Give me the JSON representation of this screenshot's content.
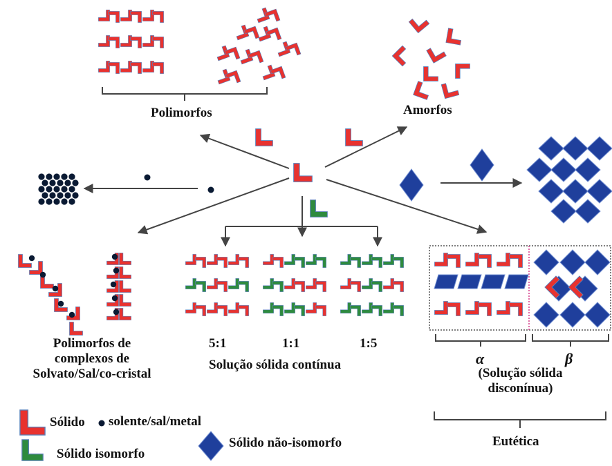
{
  "labels": {
    "polimorfos": "Polimorfos",
    "amorfos": "Amorfos",
    "complexos_line1": "Polimorfos de",
    "complexos_line2": "complexos de",
    "complexos_line3": "Solvato/Sal/co-cristal",
    "ratio_5_1": "5:1",
    "ratio_1_1": "1:1",
    "ratio_1_5": "1:5",
    "solucao_continua": "Solução sólida contínua",
    "alpha": "α",
    "beta": "β",
    "disc_line1": "(Solução sólida",
    "disc_line2": "disconínua)",
    "eutetica": "Eutética"
  },
  "legend": {
    "solido": "Sólido",
    "solvente": "solente/sal/metal",
    "isomorfo": "Sólido isomorfo",
    "nao_isomorfo": "Sólido não-isomorfo"
  },
  "colors": {
    "red": "#e8322f",
    "green": "#2e8b3e",
    "blue": "#1f3f9c",
    "outline": "#5a7fb8",
    "dark": "#0a1a33",
    "line": "#444444"
  }
}
